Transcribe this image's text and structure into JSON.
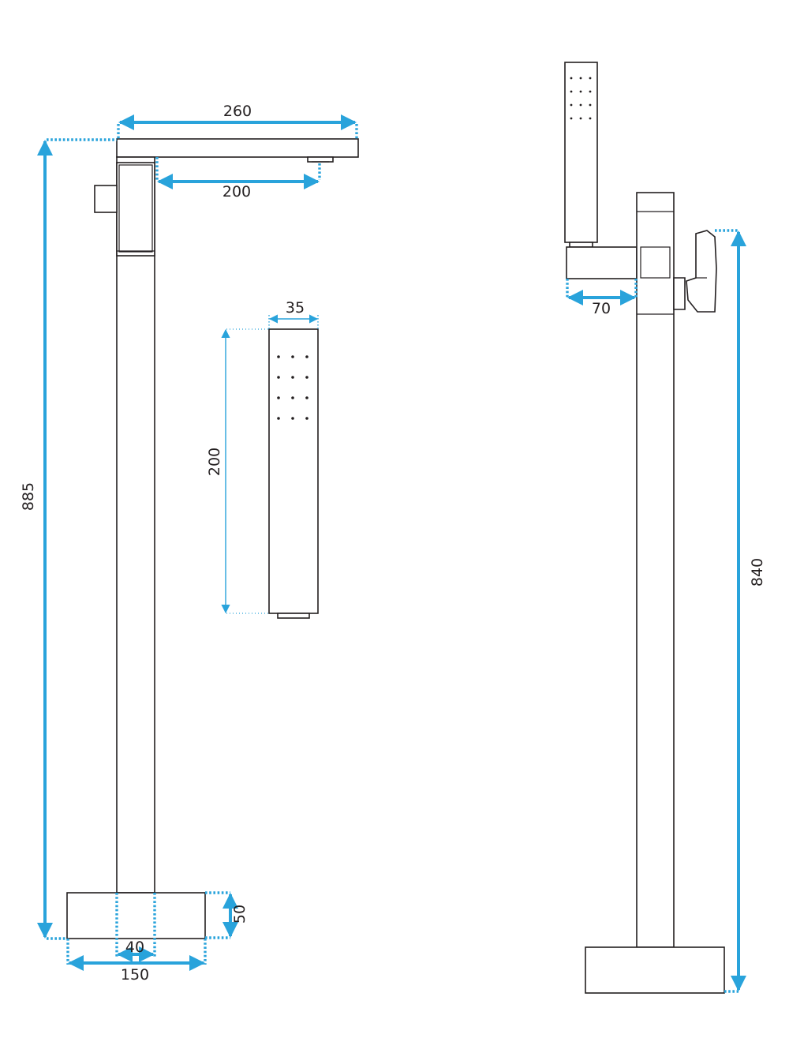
{
  "colors": {
    "dimension": "#29a3db",
    "outline": "#231f20",
    "background": "#ffffff"
  },
  "dimensions": {
    "spout_length": "260",
    "spout_reach": "200",
    "overall_height_front": "885",
    "base_width": "150",
    "pillar_width": "40",
    "base_height": "50",
    "handshower_width": "35",
    "handshower_length": "200",
    "cradle_depth": "70",
    "overall_height_side": "840"
  }
}
